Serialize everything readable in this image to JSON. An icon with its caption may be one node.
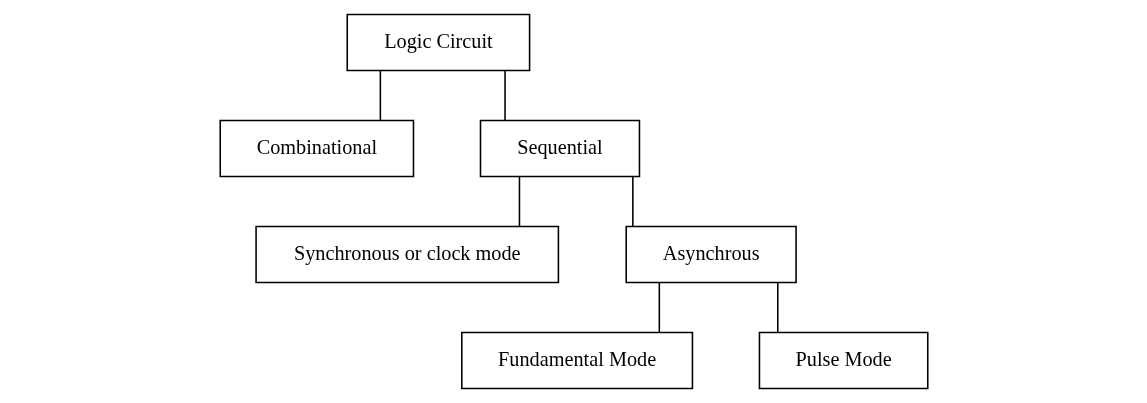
{
  "diagram": {
    "nodes": [
      {
        "text": [
          "Logic Circuit"
        ]
      },
      {
        "text": [
          "Combinational"
        ]
      },
      {
        "text": [
          "Sequential"
        ]
      },
      {
        "text": [
          "Synchronous or clock mode"
        ]
      },
      {
        "text": [
          "Asynchrous"
        ]
      },
      {
        "text": [
          "Fundamental Mode"
        ]
      },
      {
        "text": [
          "Pulse Mode"
        ]
      }
    ],
    "edges": [
      {
        "from": 0,
        "to": 1,
        "arrow": "none"
      },
      {
        "from": 0,
        "to": 2,
        "arrow": "none"
      },
      {
        "from": 2,
        "to": 3,
        "arrow": "none"
      },
      {
        "from": 2,
        "to": 4,
        "arrow": "none"
      },
      {
        "from": 4,
        "to": 5,
        "arrow": "none"
      },
      {
        "from": 4,
        "to": 6,
        "arrow": "none"
      }
    ]
  }
}
